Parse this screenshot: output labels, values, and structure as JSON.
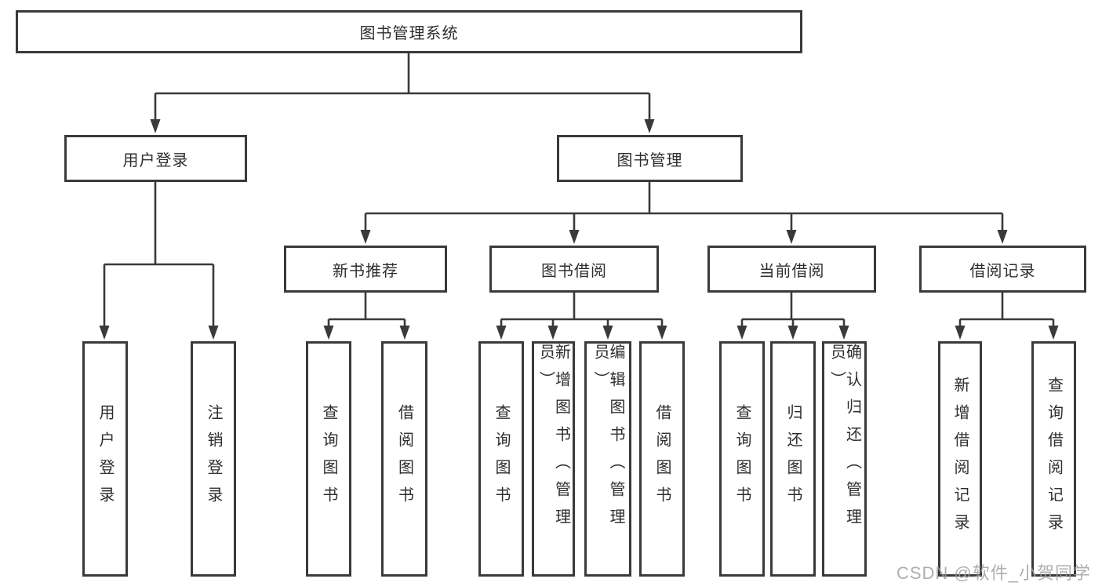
{
  "diagram": {
    "root": {
      "label": "图书管理系统"
    },
    "children": [
      {
        "label": "用户登录",
        "children": [
          {
            "label": "用户登录"
          },
          {
            "label": "注销登录"
          }
        ]
      },
      {
        "label": "图书管理",
        "children": [
          {
            "label": "新书推荐",
            "children": [
              {
                "label": "查询图书"
              },
              {
                "label": "借阅图书"
              }
            ]
          },
          {
            "label": "图书借阅",
            "children": [
              {
                "label": "查询图书"
              },
              {
                "label": "新增图书（管理员）"
              },
              {
                "label": "编辑图书（管理员）"
              },
              {
                "label": "借阅图书"
              }
            ]
          },
          {
            "label": "当前借阅",
            "children": [
              {
                "label": "查询图书"
              },
              {
                "label": "归还图书"
              },
              {
                "label": "确认归还（管理员）"
              }
            ]
          },
          {
            "label": "借阅记录",
            "children": [
              {
                "label": "新增借阅记录"
              },
              {
                "label": "查询借阅记录"
              }
            ]
          }
        ]
      }
    ]
  },
  "watermark": {
    "text": "CSDN @软件_小贺同学"
  },
  "colors": {
    "line": "#3a3a3a",
    "border": "#3a3a3a",
    "text": "#2e2e2e",
    "watermark": "#a0a0a0"
  }
}
